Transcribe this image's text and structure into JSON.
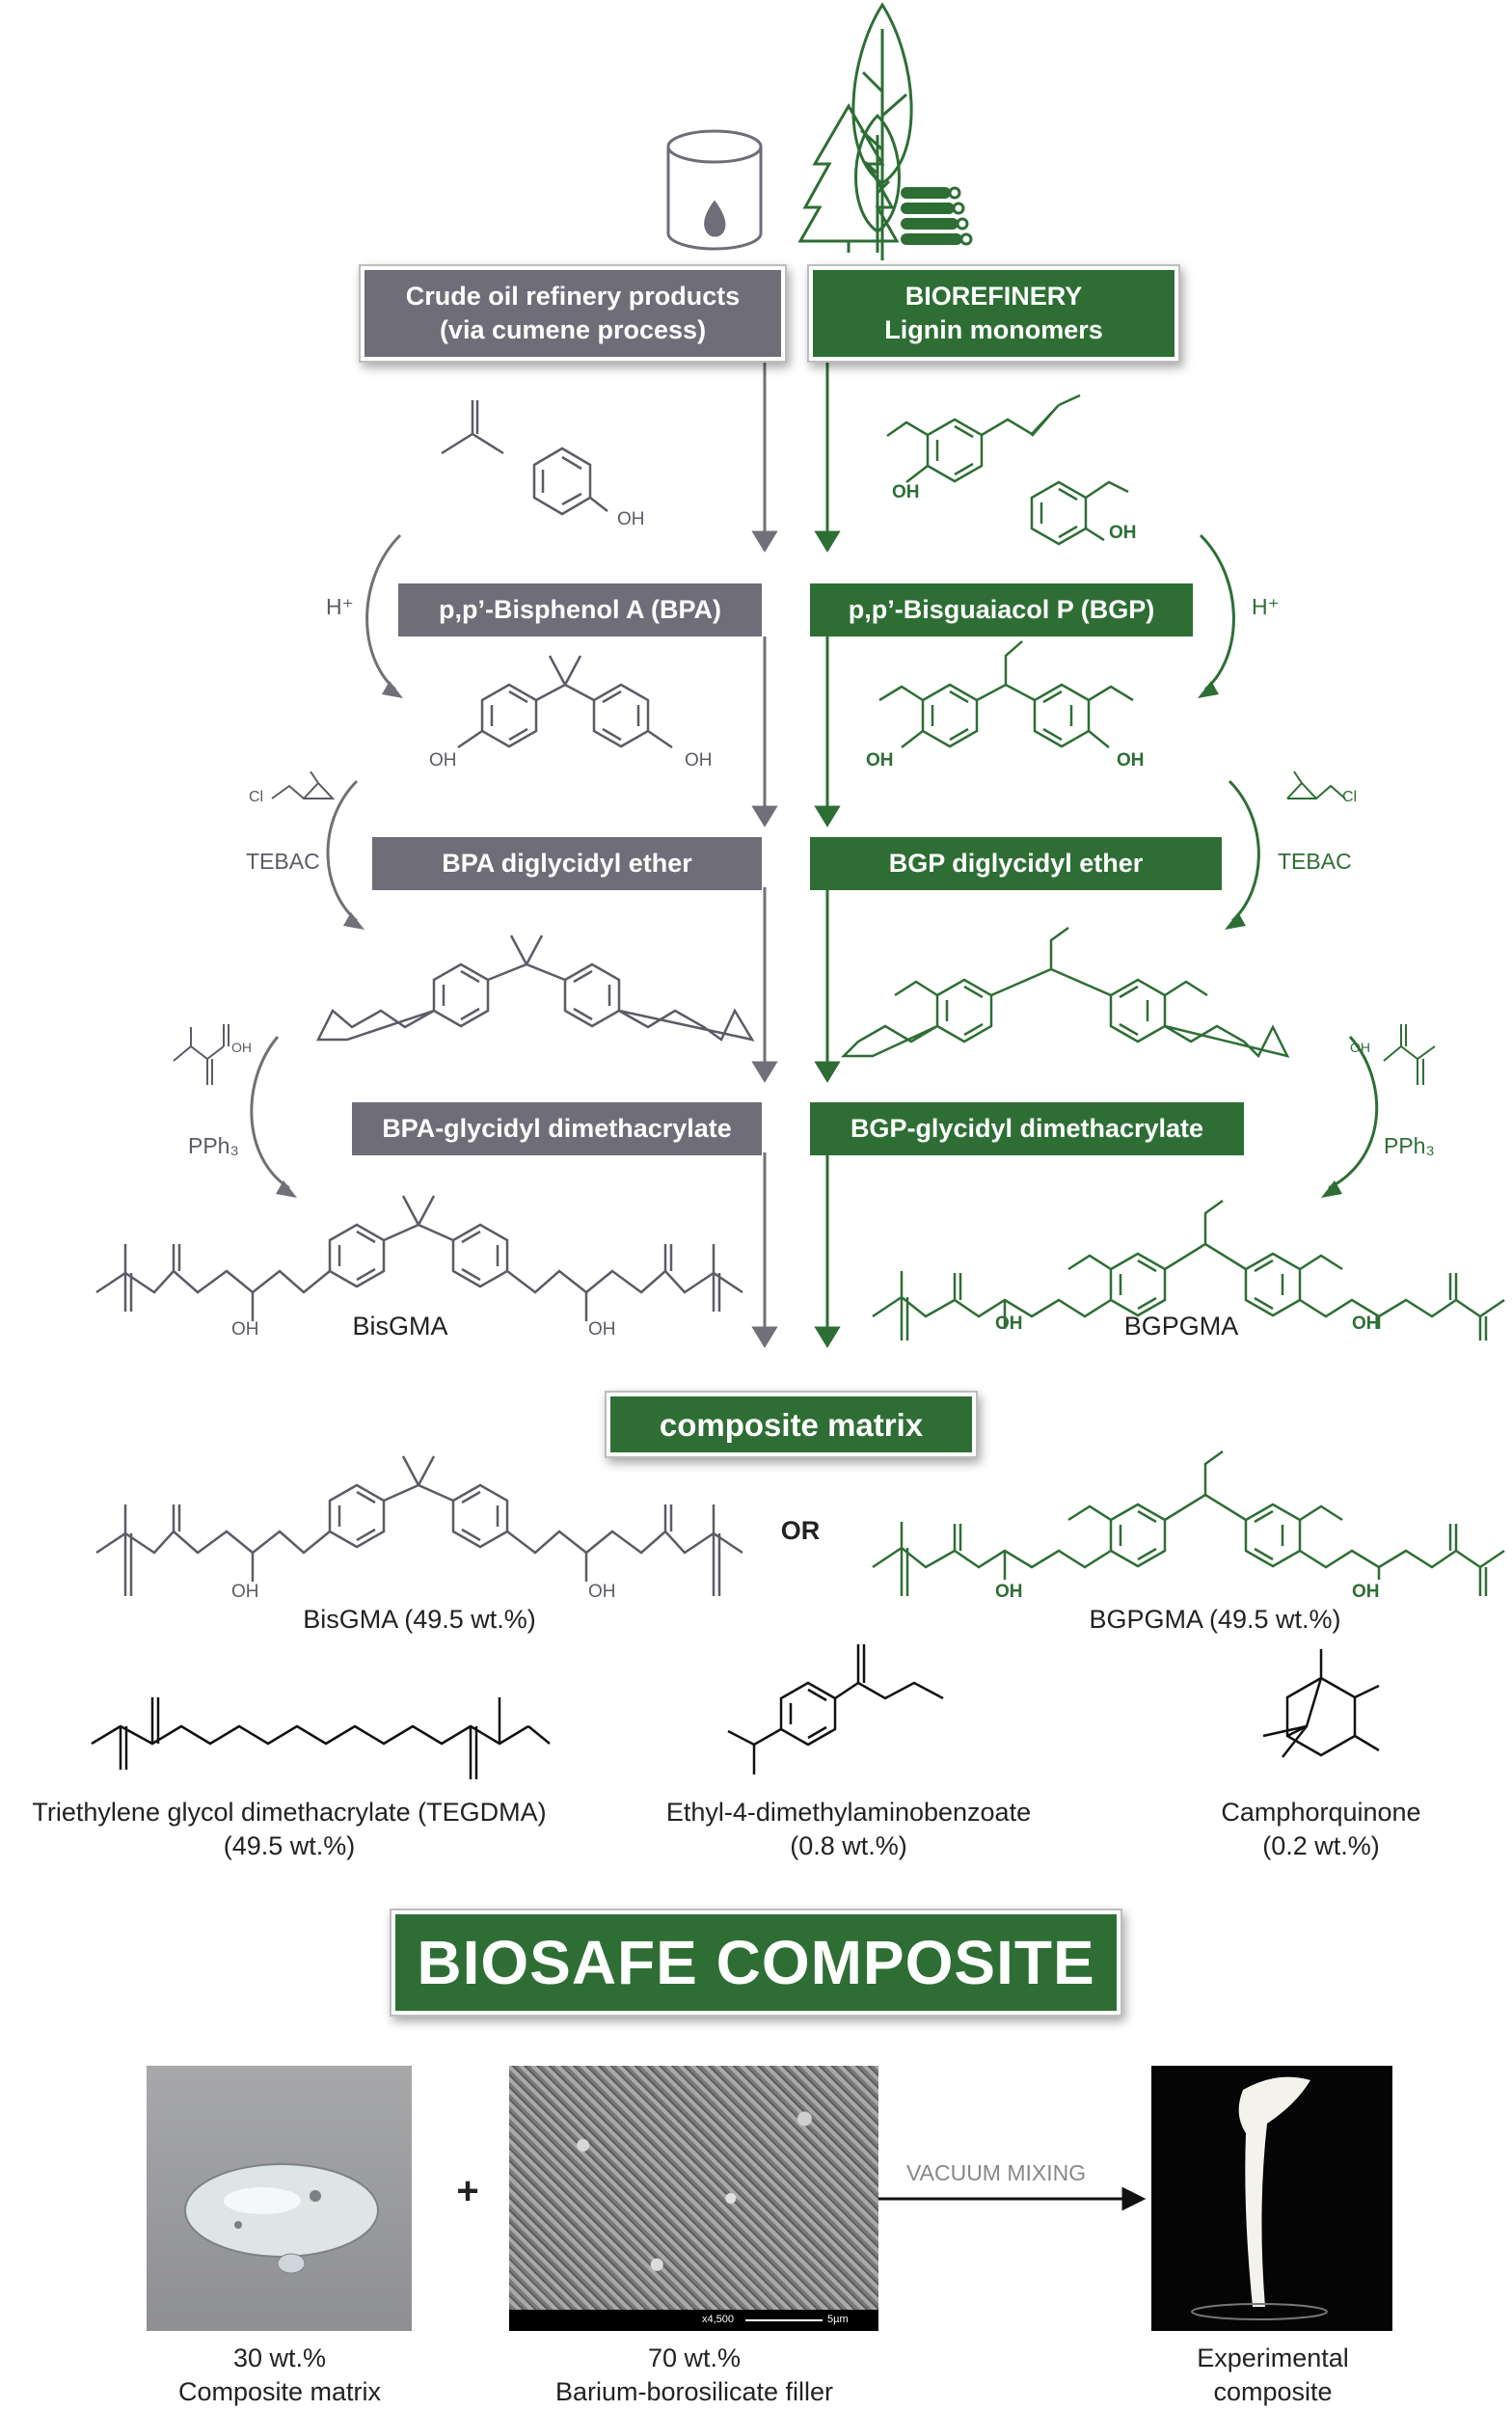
{
  "sources": {
    "oil_box": "Crude oil refinery products\n(via cumene process)",
    "bio_box": "BIOREFINERY\nLignin monomers"
  },
  "left_route": {
    "step1_catalyst": "H⁺",
    "step1_product": "p,p’-Bisphenol A (BPA)",
    "step2_reagent": "TEBAC",
    "step2_product": "BPA diglycidyl ether",
    "step3_reagent": "PPh₃",
    "step3_product": "BPA-glycidyl dimethacrylate",
    "final_label": "BisGMA"
  },
  "right_route": {
    "step1_catalyst": "H⁺",
    "step1_product": "p,p’-Bisguaiacol P (BGP)",
    "step2_reagent": "TEBAC",
    "step2_product": "BGP diglycidyl ether",
    "step3_reagent": "PPh₃",
    "step3_product": "BGP-glycidyl dimethacrylate",
    "final_label": "BGPGMA"
  },
  "atoms": {
    "oh": "OH",
    "cl": "Cl"
  },
  "composite_matrix": {
    "title": "composite matrix",
    "or_label": "OR",
    "bisgma_caption": "BisGMA (49.5 wt.%)",
    "bgpgma_caption": "BGPGMA (49.5 wt.%)",
    "tegdma_caption": "Triethylene glycol dimethacrylate (TEGDMA)\n(49.5 wt.%)",
    "edmab_caption": "Ethyl-4-dimethylaminobenzoate\n(0.8 wt.%)",
    "cq_caption": "Camphorquinone\n(0.2 wt.%)"
  },
  "biosafe": {
    "title": "BIOSAFE COMPOSITE",
    "plus": "+",
    "arrow_label": "VACUUM MIXING",
    "matrix_caption": "30 wt.%\nComposite matrix",
    "filler_caption": "70 wt.%\nBarium-borosilicate filler",
    "result_caption": "Experimental\ncomposite",
    "sem_scale_text": "x4,500",
    "sem_scale_bar": "5µm"
  },
  "colors": {
    "gray": "#6e6d78",
    "green": "#2e6e35",
    "line_gray": "#707070"
  }
}
